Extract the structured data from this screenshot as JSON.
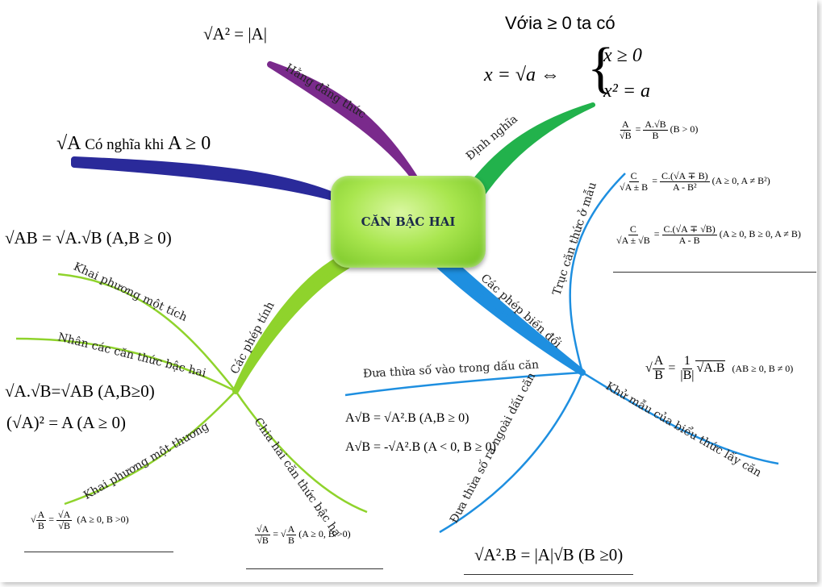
{
  "center": "CĂN BẬC HAI",
  "branches": {
    "hang_dang_thuc": "Hằng đẳng thức",
    "dinh_nghia": "Định nghĩa",
    "cac_phep_tinh": "Các phép tính",
    "cac_phep_bien_doi": "Các phép biến đổi",
    "khai_phuong_mot_tich": "Khai phương một tích",
    "nhan_cac_can_thuc": "Nhân các căn thức bậc hai",
    "khai_phuong_mot_thuong": "Khai phương một thương",
    "chia_hai_can_thuc": "Chia hai căn thức bậc ha",
    "truc_can_thuc": "Trục căn thức ở mẫu",
    "dua_thua_so_vao": "Đưa thừa số vào trong dấu căn",
    "dua_thua_so_ra": "Đưa thừa số ra ngoài dấu căn",
    "khu_mau": "Khử mẫu của biểu thức lấy căn"
  },
  "formulas": {
    "hang_dang_thuc": "√A² = |A|",
    "co_nghia_prefix": "√A",
    "co_nghia_text": "Có nghĩa khi",
    "co_nghia_cond": "A ≥ 0",
    "dinh_nghia_title": "Vớia ≥ 0 ta có",
    "dinh_nghia_left": "x = √a ⇔",
    "dinh_nghia_c1": "x ≥ 0",
    "dinh_nghia_c2": "x² = a",
    "tich": "√AB = √A.√B (A,B ≥ 0)",
    "nhan": "√A.√B=√AB (A,B≥0)",
    "binh_phuong": "(√A)² = A (A ≥ 0)",
    "thuong_cond": "(A ≥ 0, B >0)",
    "chia_cond": "(A ≥ 0, B >0)",
    "truc1_cond": "(B > 0)",
    "truc2_cond": "(A ≥ 0, A ≠ B²)",
    "truc3_cond": "(A ≥ 0, B ≥ 0, A ≠ B)",
    "vao1": "A√B = √A².B (A,B ≥ 0)",
    "vao2": "A√B = -√A².B (A < 0, B ≥ 0)",
    "ra": "√A².B = |A|√B  (B ≥0)",
    "khu_mau_cond": "(AB ≥ 0, B ≠ 0)"
  }
}
